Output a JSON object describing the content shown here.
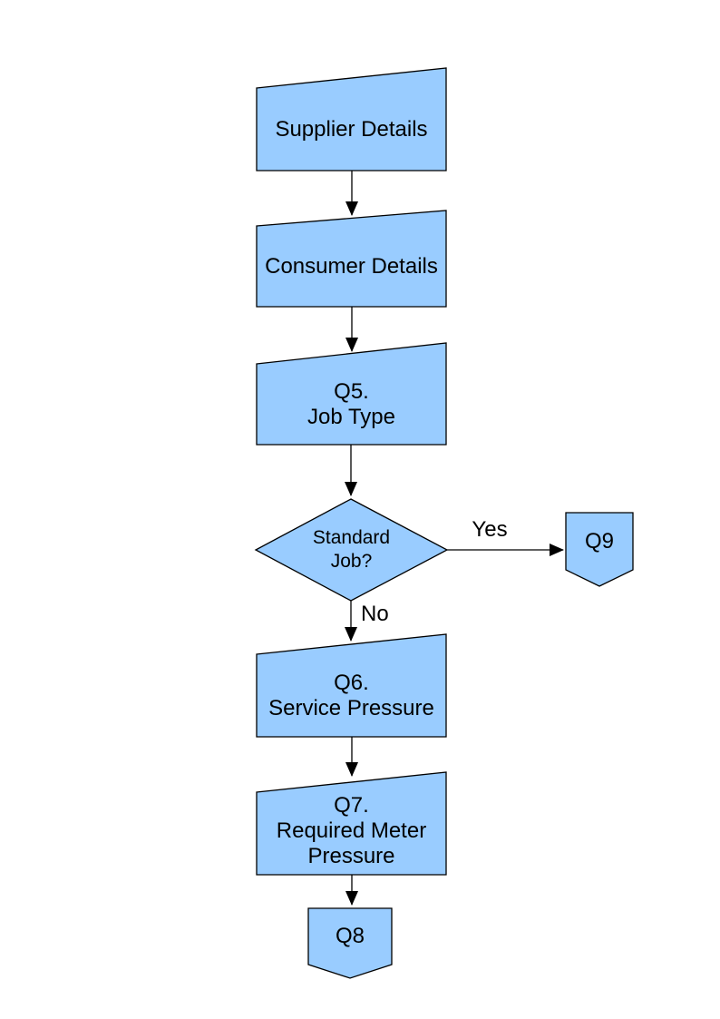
{
  "colors": {
    "node_fill": "#99CCFF",
    "node_stroke": "#000000",
    "arrow": "#000000",
    "text": "#000000",
    "background": "#FFFFFF"
  },
  "flowchart": {
    "nodes": {
      "supplier": {
        "type": "manual-input",
        "label": "Supplier Details"
      },
      "consumer": {
        "type": "manual-input",
        "label": "Consumer Details"
      },
      "q5": {
        "type": "manual-input",
        "label": "Q5.\nJob Type"
      },
      "standard_job": {
        "type": "decision",
        "label": "Standard\nJob?"
      },
      "q9": {
        "type": "off-page-connector",
        "label": "Q9"
      },
      "q6": {
        "type": "manual-input",
        "label": "Q6.\nService Pressure"
      },
      "q7": {
        "type": "manual-input",
        "label": "Q7.\nRequired Meter\nPressure"
      },
      "q8": {
        "type": "off-page-connector",
        "label": "Q8"
      }
    },
    "edge_labels": {
      "yes": "Yes",
      "no": "No"
    }
  }
}
